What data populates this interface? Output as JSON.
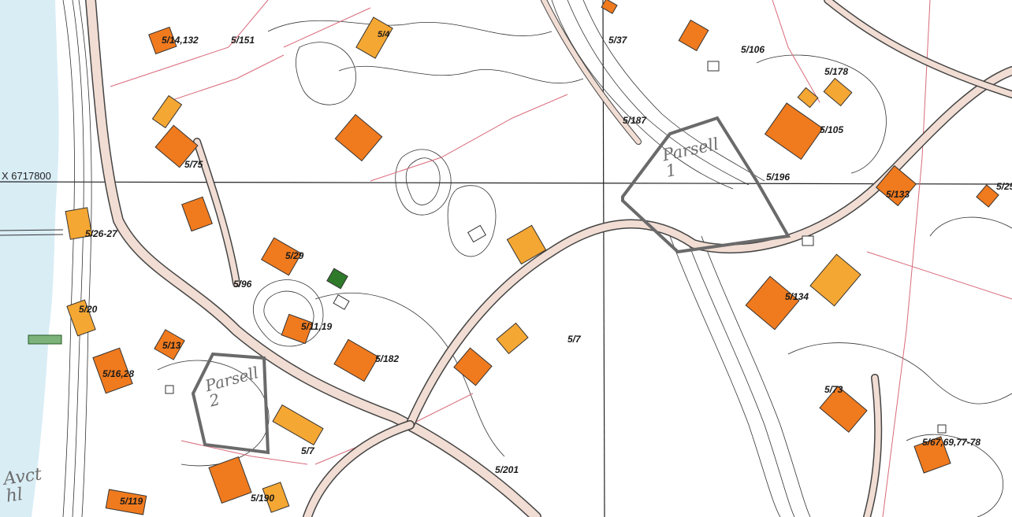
{
  "map": {
    "coordinate_label": "X 6717800",
    "parcel_labels": [
      "5/14,132",
      "5/151",
      "5/4",
      "5/37",
      "5/106",
      "5/178",
      "5/187",
      "5/105",
      "5/75",
      "5/196",
      "5/133",
      "5/25",
      "5/26-27",
      "5/29",
      "5/96",
      "5/134",
      "5/20",
      "5/11,19",
      "5/13",
      "5/182",
      "5/7",
      "5/16,28",
      "5/73",
      "5/7",
      "5/67,69,77-78",
      "5/201",
      "5/119",
      "5/190"
    ],
    "handwritten_notes": [
      "Parsell 1",
      "Parsell 2",
      "Avct hl"
    ],
    "colors": {
      "building_main": "#f07a1e",
      "building_secondary": "#f5a733",
      "building_green": "#2e7a2a",
      "road": "#f1ddd3",
      "water": "#d9edf5",
      "contour": "#333333",
      "property_line": "#d86a7a",
      "grid": "#222222"
    }
  }
}
